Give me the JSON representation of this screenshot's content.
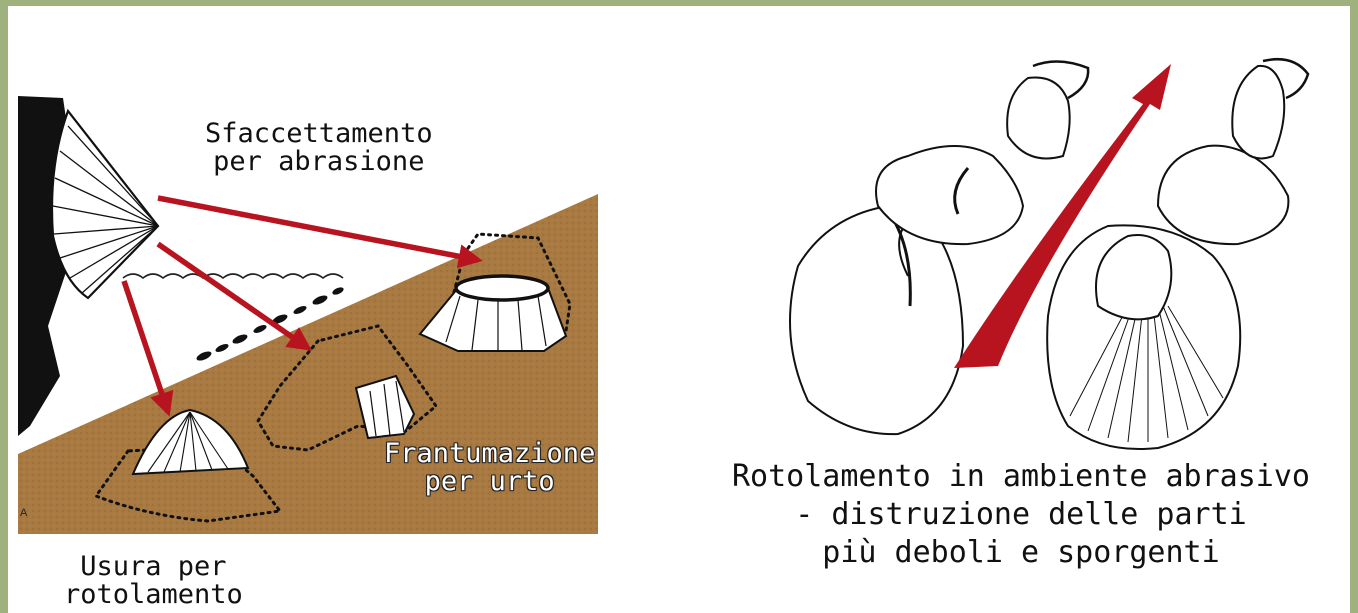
{
  "labels": {
    "faceting": [
      "Sfaccettamento",
      "per abrasione"
    ],
    "fragmentation": [
      "Frantumazione",
      "per urto"
    ],
    "rolling_wear": [
      "Usura per",
      "rotolamento"
    ],
    "panel_letter": "A",
    "caption": [
      "Rotolamento in ambiente abrasivo",
      "- distruzione delle parti",
      "più deboli e sporgenti"
    ]
  },
  "colors": {
    "frame": "#9fb27e",
    "sediment": "#a87a42",
    "arrow": "#b8141f",
    "rock": "#111111",
    "shell": "#ffffff"
  },
  "icons": [
    "scallop-shell-icon",
    "worn-shell-icon",
    "broken-shell-icon",
    "faceted-shell-icon",
    "rolled-shells-icon",
    "direction-arrow-icon"
  ]
}
